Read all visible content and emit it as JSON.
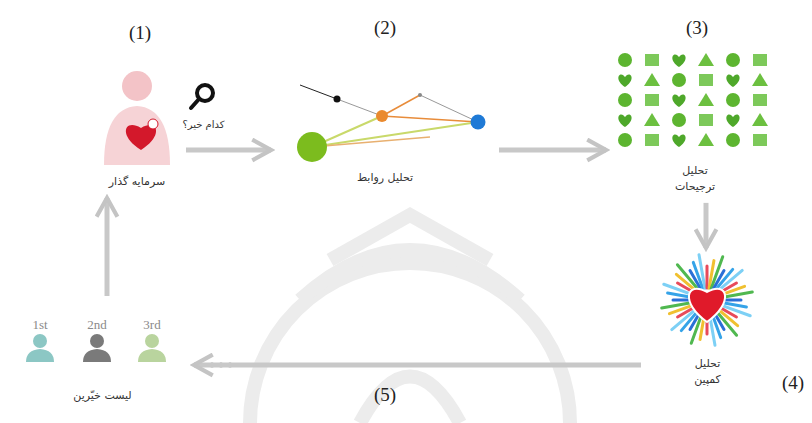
{
  "diagram": {
    "nodes": [
      {
        "text": [
          "سرمایه گذار"
        ]
      },
      {
        "text": [
          "تحلیل روابط"
        ]
      },
      {
        "text": [
          "تحلیل ترجیحات"
        ]
      },
      {
        "text": [
          "تحلیل کمپین"
        ]
      },
      {
        "text": [
          "لیست خیّرین"
        ]
      }
    ],
    "edges": [
      {
        "from": 0,
        "to": 1,
        "label": "کدام خیر؟",
        "arrow": "to"
      },
      {
        "from": 1,
        "to": 2,
        "arrow": "to"
      },
      {
        "from": 2,
        "to": 3,
        "arrow": "to"
      },
      {
        "from": 3,
        "to": 4,
        "arrow": "to"
      },
      {
        "from": 4,
        "to": 0,
        "arrow": "to"
      }
    ],
    "labels": [
      "(1)",
      "(2)",
      "(3)",
      "(4)",
      "(5)",
      "1st",
      "2nd",
      "3rd"
    ]
  }
}
